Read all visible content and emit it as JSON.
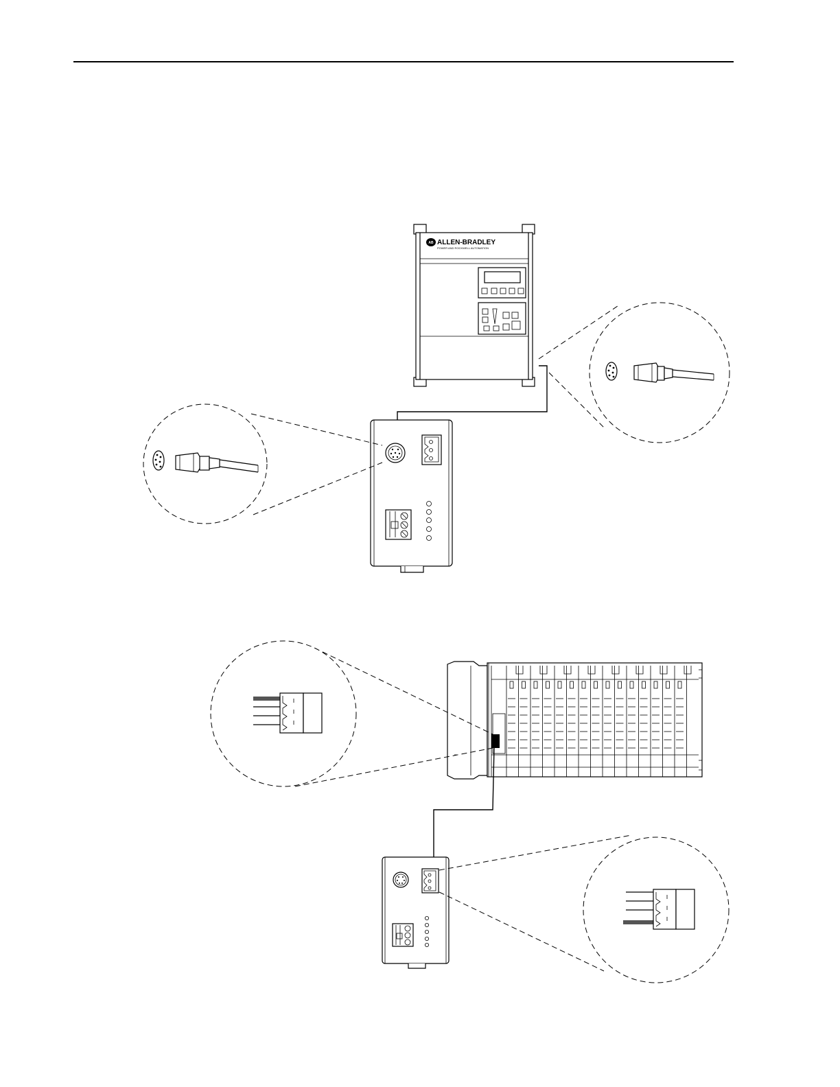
{
  "drive": {
    "brand": "ALLEN-BRADLEY",
    "brand_sub": "POWER AND ROCKWELL AUTOMATION",
    "logo": "AB"
  },
  "diagram": {
    "colors": {
      "line": "#000000",
      "background": "#ffffff",
      "accent": "#555555"
    },
    "icons": [
      "din-connector-icon",
      "mini-din-plug-icon",
      "terminal-block-plug-icon"
    ]
  }
}
